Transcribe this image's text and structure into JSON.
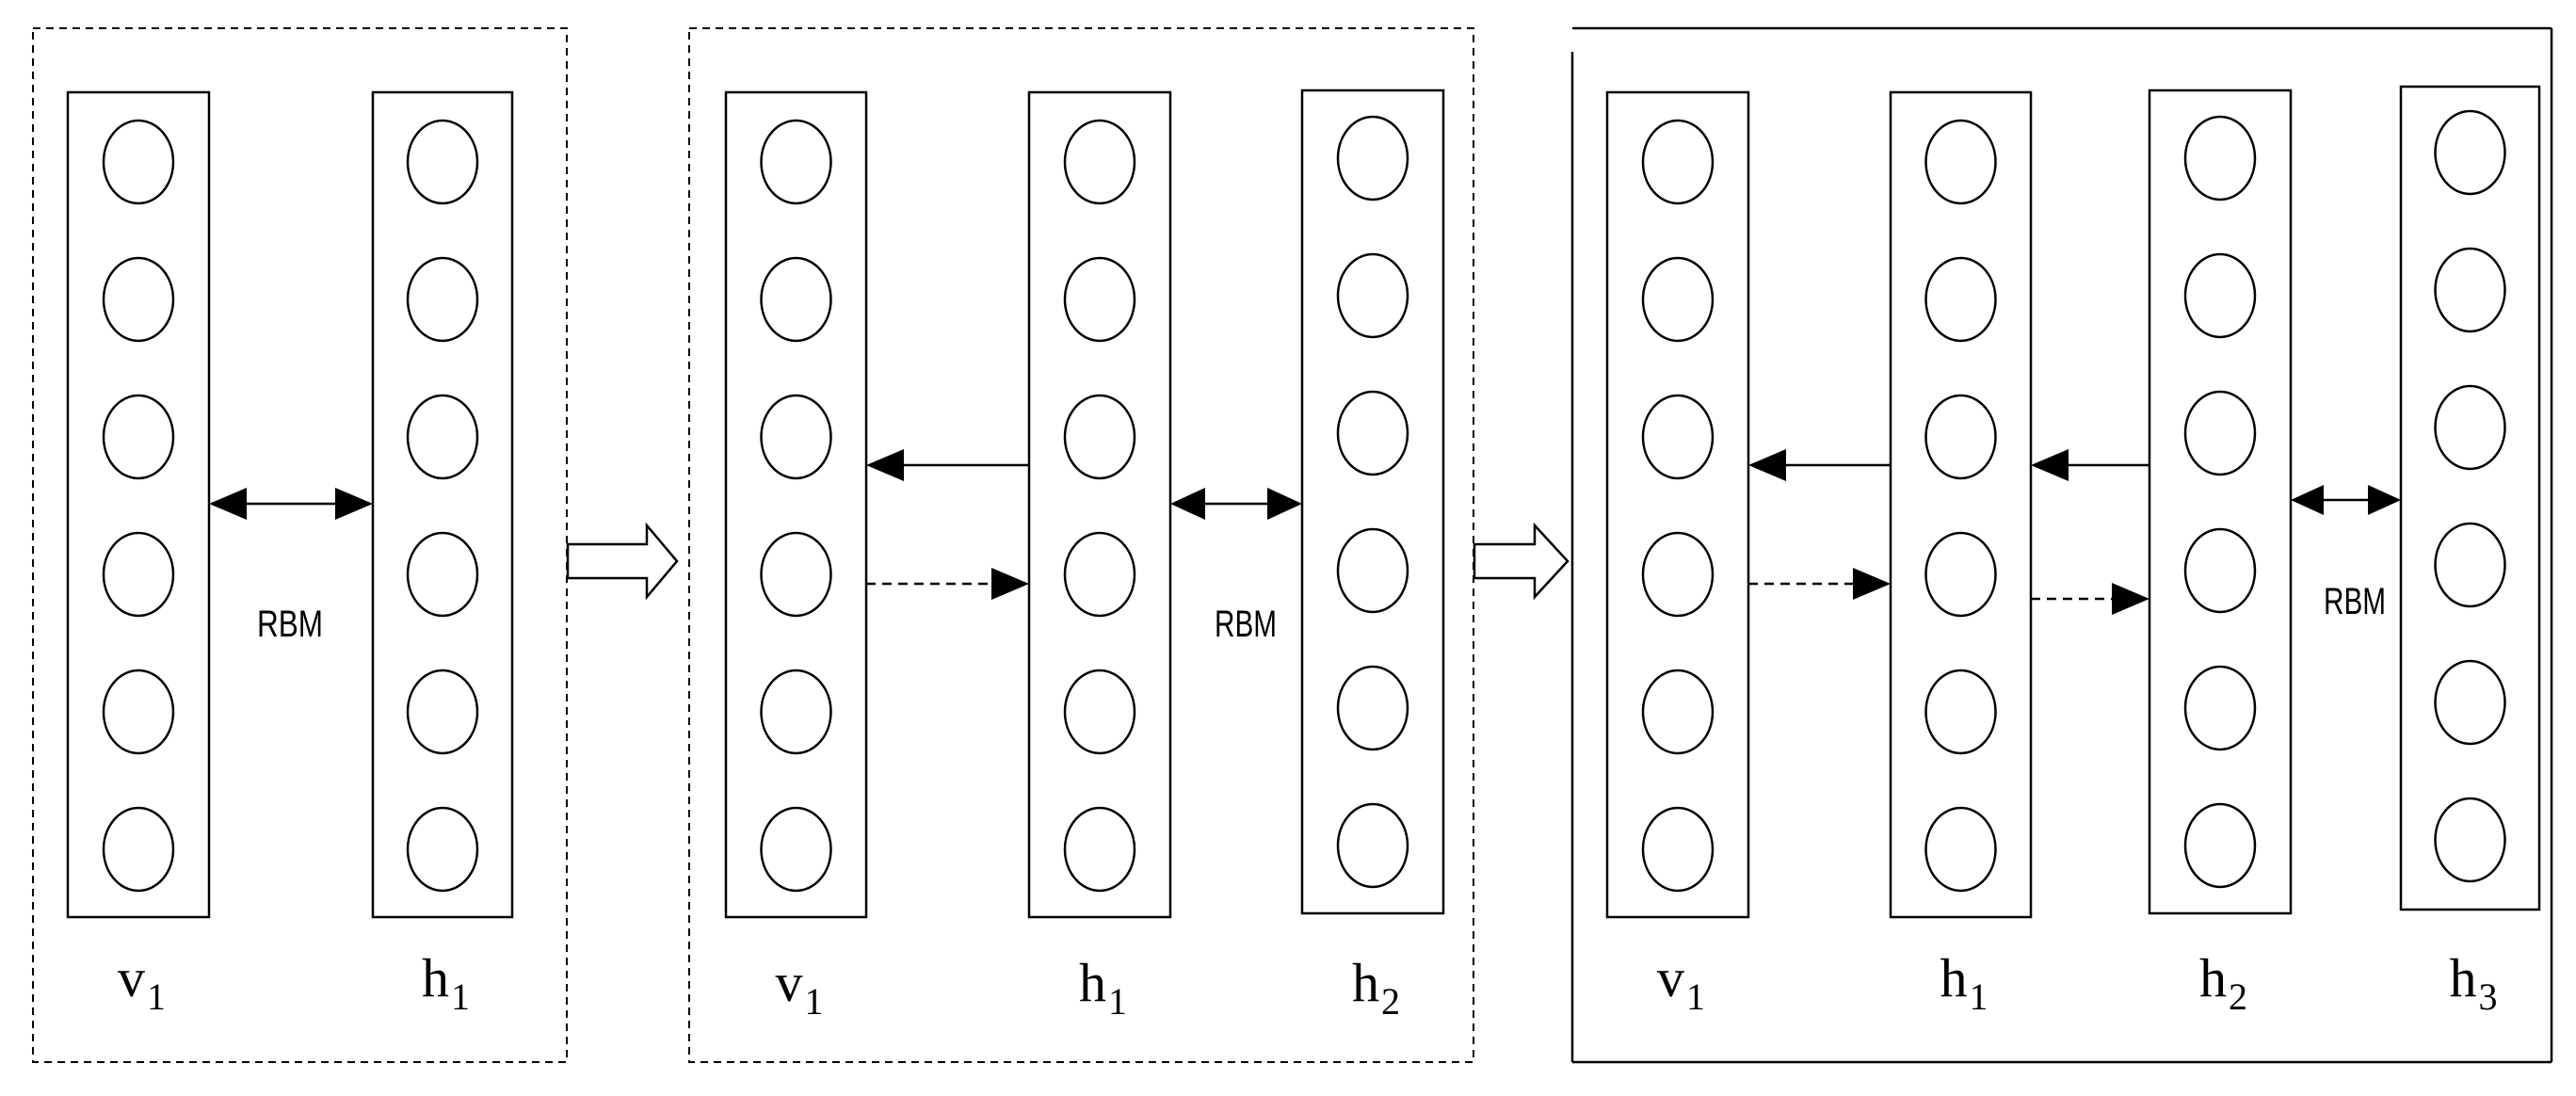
{
  "stages": [
    {
      "layers": [
        {
          "name": "v",
          "sub": "1"
        },
        {
          "name": "h",
          "sub": "1"
        }
      ],
      "rbm_label": "RBM"
    },
    {
      "layers": [
        {
          "name": "v",
          "sub": "1"
        },
        {
          "name": "h",
          "sub": "1"
        },
        {
          "name": "h",
          "sub": "2"
        }
      ],
      "rbm_label": "RBM"
    },
    {
      "layers": [
        {
          "name": "v",
          "sub": "1"
        },
        {
          "name": "h",
          "sub": "1"
        },
        {
          "name": "h",
          "sub": "2"
        },
        {
          "name": "h",
          "sub": "3"
        }
      ],
      "rbm_label": "RBM"
    }
  ],
  "units_per_layer": 6
}
